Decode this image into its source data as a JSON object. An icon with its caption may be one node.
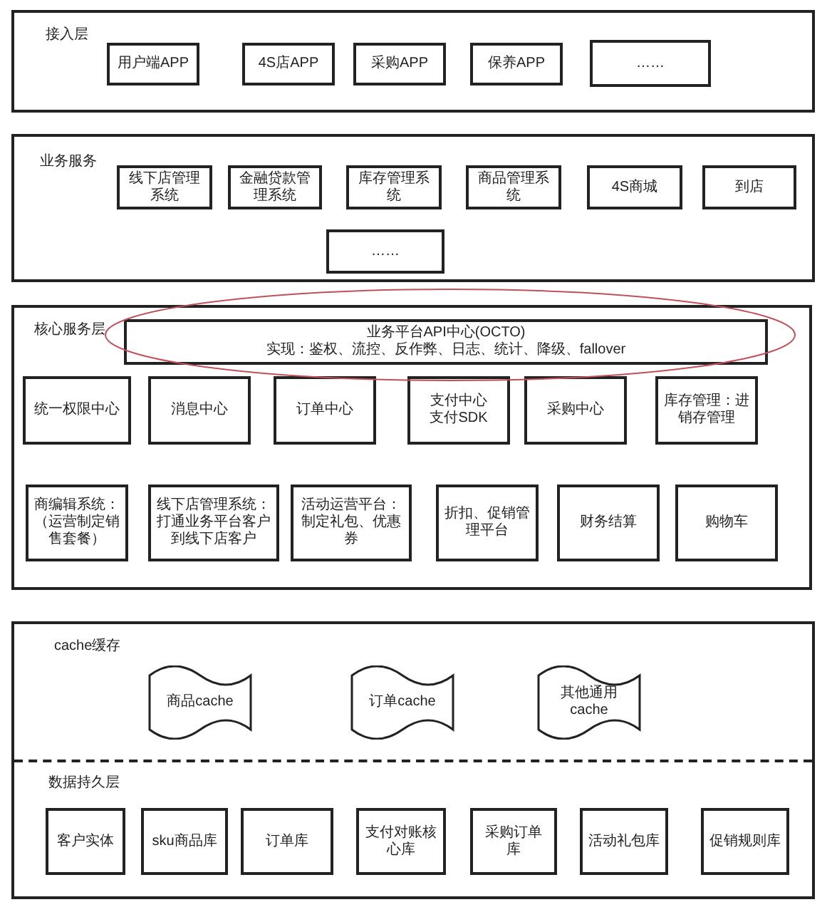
{
  "diagram": {
    "nodes": [
      {
        "text": [
          "接入层"
        ]
      },
      {
        "text": [
          "用户端APP"
        ],
        "in": 0
      },
      {
        "text": [
          "4S店APP"
        ],
        "in": 0
      },
      {
        "text": [
          "采购APP"
        ],
        "in": 0
      },
      {
        "text": [
          "保养APP"
        ],
        "in": 0
      },
      {
        "text": [
          "……"
        ],
        "in": 0
      },
      {
        "text": [
          "业务服务"
        ]
      },
      {
        "text": [
          "线下店管理系统"
        ],
        "in": 6
      },
      {
        "text": [
          "金融贷款管理系统"
        ],
        "in": 6
      },
      {
        "text": [
          "库存管理系统"
        ],
        "in": 6
      },
      {
        "text": [
          "商品管理系统"
        ],
        "in": 6
      },
      {
        "text": [
          "4S商城"
        ],
        "in": 6
      },
      {
        "text": [
          "到店"
        ],
        "in": 6
      },
      {
        "text": [
          "……"
        ],
        "in": 6
      },
      {
        "text": [
          "核心服务层"
        ]
      },
      {
        "text": [
          "业务平台API中心(OCTO)",
          "实现：鉴权、流控、反作弊、日志、统计、降级、fallover"
        ],
        "in": 14
      },
      {
        "text": [
          "统一权限中心"
        ],
        "in": 14
      },
      {
        "text": [
          "消息中心"
        ],
        "in": 14
      },
      {
        "text": [
          "订单中心"
        ],
        "in": 14
      },
      {
        "text": [
          "支付中心",
          "支付SDK"
        ],
        "in": 14
      },
      {
        "text": [
          "采购中心"
        ],
        "in": 14
      },
      {
        "text": [
          "库存管理：进销存管理"
        ],
        "in": 14
      },
      {
        "text": [
          "商编辑系统：（运营制定销售套餐）"
        ],
        "in": 14
      },
      {
        "text": [
          "线下店管理系统：打通业务平台客户到线下店客户"
        ],
        "in": 14
      },
      {
        "text": [
          "活动运营平台：制定礼包、优惠券"
        ],
        "in": 14
      },
      {
        "text": [
          "折扣、促销管理平台"
        ],
        "in": 14
      },
      {
        "text": [
          "财务结算"
        ],
        "in": 14
      },
      {
        "text": [
          "购物车"
        ],
        "in": 14
      },
      {
        "text": [
          "cache缓存",
          "数据持久层"
        ]
      },
      {
        "text": [
          "商品cache"
        ],
        "in": 28
      },
      {
        "text": [
          "订单cache"
        ],
        "in": 28
      },
      {
        "text": [
          "其他通用cache"
        ],
        "in": 28
      },
      {
        "text": [
          "客户实体"
        ],
        "in": 28
      },
      {
        "text": [
          "sku商品库"
        ],
        "in": 28
      },
      {
        "text": [
          "订单库"
        ],
        "in": 28
      },
      {
        "text": [
          "支付对账核心库"
        ],
        "in": 28
      },
      {
        "text": [
          "采购订单库"
        ],
        "in": 28
      },
      {
        "text": [
          "活动礼包库"
        ],
        "in": 28
      },
      {
        "text": [
          "促销规则库"
        ],
        "in": 28
      }
    ]
  }
}
